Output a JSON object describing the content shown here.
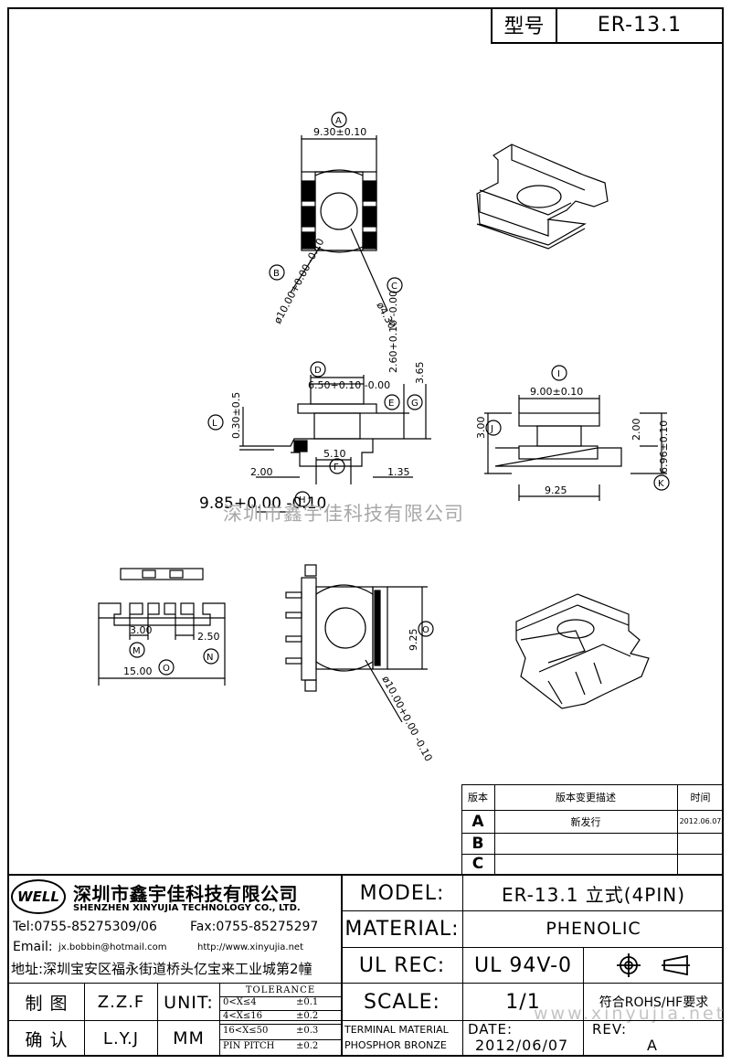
{
  "header": {
    "model_label": "型号",
    "model_value": "ER-13.1"
  },
  "watermark": {
    "company": "深圳市鑫宇佳科技有限公司",
    "url": "www.xinyujia.net"
  },
  "dimensions": {
    "A": "9.30±0.10",
    "B": "ø10.00+0.00 -0.10",
    "C": "ø4.30",
    "D": "6.50+0.10 -0.00",
    "E": "2.60+0.10 -0.00",
    "G": "3.65",
    "L": "0.30±0.5",
    "F": "5.10",
    "H": "9.85+0.00 -0.10",
    "left_2": "2.00",
    "right_135": "1.35",
    "I": "9.00±0.10",
    "J": "3.00",
    "K": "6.96±0.10",
    "two": "2.00",
    "w925": "9.25",
    "M": "3.00",
    "N": "2.50",
    "O": "15.00",
    "bottom_925": "9.25",
    "bottom_phi": "ø10.00+0.00 -0.10"
  },
  "markers": [
    "A",
    "B",
    "C",
    "D",
    "E",
    "F",
    "G",
    "H",
    "I",
    "J",
    "K",
    "L",
    "M",
    "N",
    "O"
  ],
  "revision_table": {
    "headers": [
      "版本",
      "版本变更描述",
      "时间"
    ],
    "rows": [
      {
        "ver": "A",
        "desc": "新发行",
        "date": "2012.06.07"
      },
      {
        "ver": "B",
        "desc": "",
        "date": ""
      },
      {
        "ver": "C",
        "desc": "",
        "date": ""
      }
    ]
  },
  "company": {
    "logo_text": "WELL",
    "name_cn": "深圳市鑫宇佳科技有限公司",
    "name_en": "SHENZHEN XINYUJIA TECHNOLOGY CO., LTD.",
    "tel": "Tel:0755-85275309/06",
    "fax": "Fax:0755-85275297",
    "email_label": "Email:",
    "email": "jx.bobbin@hotmail.com",
    "web": "http://www.xinyujia.net",
    "address": "地址:深圳宝安区福永街道桥头亿宝来工业城第2幢"
  },
  "title_block": {
    "model_label": "MODEL:",
    "model_value": "ER-13.1 立式(4PIN)",
    "material_label": "MATERIAL:",
    "material_value": "PHENOLIC",
    "ulrec_label": "UL REC:",
    "ulrec_value": "UL 94V-0",
    "scale_label": "SCALE:",
    "scale_value": "1/1",
    "rohs": "符合ROHS/HF要求",
    "terminal_material": "TERMINAL MATERIAL",
    "terminal_value": "PHOSPHOR BRONZE",
    "date_label": "DATE:",
    "date_value": "2012/06/07",
    "rev_label": "REV:",
    "rev_value": "A",
    "drawn_label": "制 图",
    "drawn_value": "Z.Z.F",
    "check_label": "确 认",
    "check_value": "L.Y.J",
    "unit_label": "UNIT:",
    "unit_value": "MM",
    "tolerance_title": "TOLERANCE",
    "tolerance_rows": [
      {
        "range": "0<X≤4",
        "tol": "±0.1"
      },
      {
        "range": "4<X≤16",
        "tol": "±0.2"
      },
      {
        "range": "16<X≤50",
        "tol": "±0.3"
      },
      {
        "range": "PIN PITCH",
        "tol": "±0.2"
      }
    ]
  }
}
